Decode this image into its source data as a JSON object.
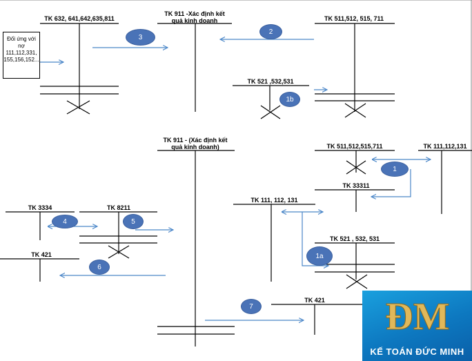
{
  "accounts": {
    "tk632": "TK 632, 641,642,635,811",
    "tk911_top_line1": "TK 911  -Xác định kết",
    "tk911_top_line2": "quả kinh doanh",
    "tk511_top": "TK 511,512, 515,  711",
    "tk521_top": "TK 521 ,532,531",
    "tk911_bottom_line1": "TK 911 - (Xác định kết",
    "tk911_bottom_line2": "quả kinh doanh)",
    "tk511_right": "TK  511,512,515,711",
    "tk111_right": "TK 111,112,131",
    "tk33311": "TK 33311",
    "tk3334": "TK 3334",
    "tk8211": "TK 8211",
    "tk111_mid": "TK 111, 112, 131",
    "tk521_bottom": "TK 521 , 532, 531",
    "tk421_left": "TK 421",
    "tk421_bottom": "TK 421"
  },
  "counterpart_box": {
    "line1": "Đối ứng với",
    "line2": "nợ",
    "line3": "111,112,331,",
    "line4": "155,156,152..."
  },
  "steps": [
    "1",
    "1a",
    "1b",
    "2",
    "3",
    "4",
    "5",
    "6",
    "7"
  ],
  "logo": {
    "text": "KẾ TOÁN ĐỨC MINH",
    "mark": "ĐM"
  },
  "colors": {
    "arrow": "#4a86c8",
    "badge": "#4a73b7",
    "logo_bg": "#0d78c0",
    "logo_mark": "#e0b85a"
  }
}
